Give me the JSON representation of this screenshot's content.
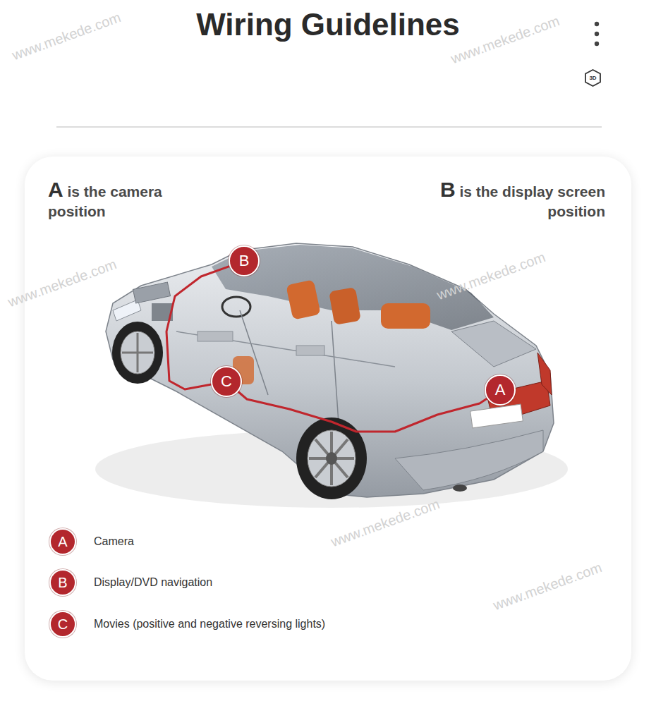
{
  "diagram": {
    "title": "Wiring Guidelines",
    "nodes": [
      {
        "text": [
          "3D"
        ]
      },
      {
        "text": [
          "B"
        ]
      },
      {
        "text": [
          "C"
        ]
      },
      {
        "text": [
          "A"
        ]
      },
      {
        "text": [
          "A",
          "Camera"
        ]
      },
      {
        "text": [
          "B",
          "Display/DVD navigation"
        ]
      },
      {
        "text": [
          "C",
          "Movies (positive and negative reversing lights)"
        ]
      }
    ],
    "edges": [
      {
        "from": 3,
        "to": 2,
        "arrow": "none"
      },
      {
        "from": 2,
        "to": 1,
        "arrow": "none"
      }
    ],
    "labels": [
      "A",
      "is the camera position",
      "B",
      "is the display screen position",
      "www.mekede.com",
      "www.mekede.com",
      "www.mekede.com",
      "www.mekede.com",
      "www.mekede.com",
      "www.mekede.com"
    ]
  }
}
